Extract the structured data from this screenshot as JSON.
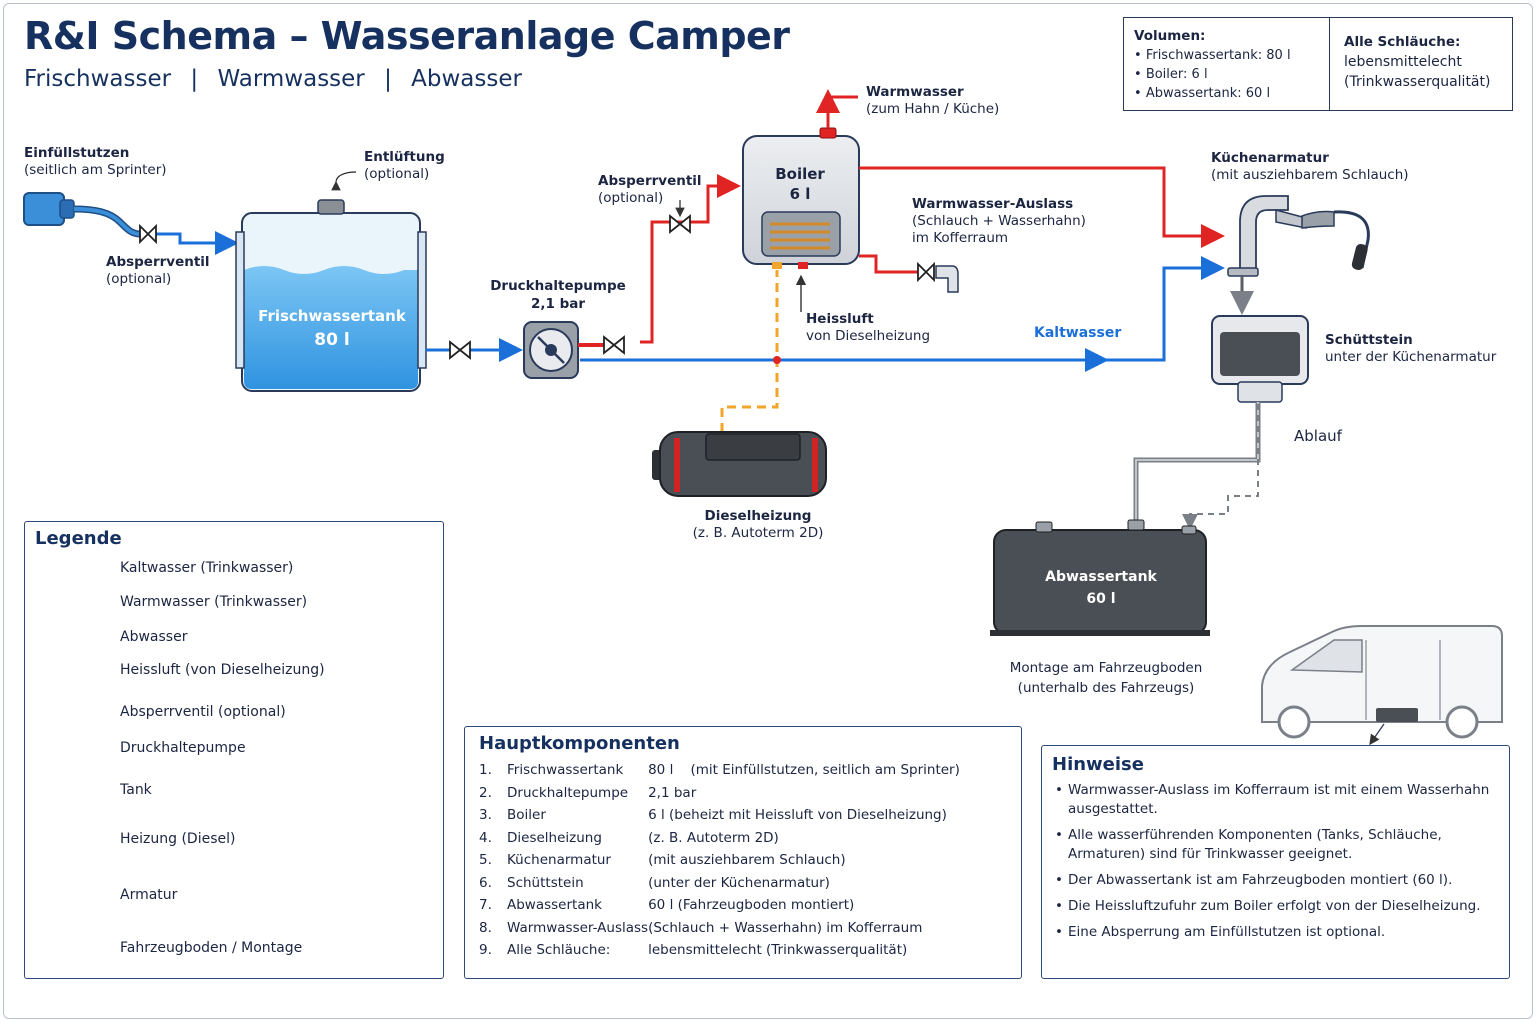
{
  "title": "R&I Schema – Wasseranlage Camper",
  "subtitle": {
    "part1": "Frischwasser",
    "part2": "Warmwasser",
    "part3": "Abwasser",
    "separator": "|"
  },
  "volumes": {
    "heading": "Volumen:",
    "items": [
      "Frischwassertank: 80 l",
      "Boiler: 6 l",
      "Abwassertank: 60 l"
    ],
    "hoses_heading": "Alle Schläuche:",
    "hoses_text1": "lebensmittelecht",
    "hoses_text2": "(Trinkwasserqualität)"
  },
  "labels": {
    "einfuell": {
      "title": "Einfüllstutzen",
      "sub": "(seitlich am Sprinter)"
    },
    "entlueftung": {
      "title": "Entlüftung",
      "sub": "(optional)"
    },
    "absperr1": {
      "title": "Absperrventil",
      "sub": "(optional)"
    },
    "absperr2": {
      "title": "Absperrventil",
      "sub": "(optional)"
    },
    "tank": {
      "title": "Frischwassertank",
      "sub": "80 l"
    },
    "pumpe": {
      "title": "Druckhaltepumpe",
      "sub": "2,1 bar"
    },
    "boiler": {
      "title": "Boiler",
      "sub": "6 l"
    },
    "warmwasser": {
      "title": "Warmwasser",
      "sub": "(zum Hahn / Küche)"
    },
    "ww_auslass": {
      "title": "Warmwasser-Auslass",
      "sub1": "(Schlauch + Wasserhahn)",
      "sub2": "im Kofferraum"
    },
    "heissluft": {
      "title": "Heissluft",
      "sub": "von Dieselheizung"
    },
    "kaltwasser": "Kaltwasser",
    "kuechen": {
      "title": "Küchenarmatur",
      "sub": "(mit ausziehbarem Schlauch)"
    },
    "schuett": {
      "title": "Schüttstein",
      "sub": "unter der Küchenarmatur"
    },
    "ablauf": "Ablauf",
    "diesel": {
      "title": "Dieselheizung",
      "sub": "(z. B. Autoterm 2D)"
    },
    "abwasser": {
      "title": "Abwassertank",
      "sub": "60 l"
    },
    "montage": {
      "title": "Montage am Fahrzeugboden",
      "sub": "(unterhalb des Fahrzeugs)"
    }
  },
  "legend": {
    "title": "Legende",
    "items": [
      "Kaltwasser (Trinkwasser)",
      "Warmwasser (Trinkwasser)",
      "Abwasser",
      "Heissluft (von Dieselheizung)",
      "Absperrventil (optional)",
      "Druckhaltepumpe",
      "Tank",
      "Heizung (Diesel)",
      "Armatur",
      "Fahrzeugboden / Montage"
    ]
  },
  "components": {
    "title": "Hauptkomponenten",
    "rows": [
      {
        "n": "1.",
        "name": "Frischwassertank",
        "desc": "80 l    (mit Einfüllstutzen, seitlich am Sprinter)"
      },
      {
        "n": "2.",
        "name": "Druckhaltepumpe",
        "desc": "2,1 bar"
      },
      {
        "n": "3.",
        "name": "Boiler",
        "desc": "6 l (beheizt mit Heissluft von Dieselheizung)"
      },
      {
        "n": "4.",
        "name": "Dieselheizung",
        "desc": "(z. B. Autoterm 2D)"
      },
      {
        "n": "5.",
        "name": "Küchenarmatur",
        "desc": "(mit ausziehbarem Schlauch)"
      },
      {
        "n": "6.",
        "name": "Schüttstein",
        "desc": "(unter der Küchenarmatur)"
      },
      {
        "n": "7.",
        "name": "Abwassertank",
        "desc": "60 l (Fahrzeugboden montiert)"
      },
      {
        "n": "8.",
        "name": "Warmwasser-Auslass",
        "desc": "(Schlauch + Wasserhahn) im Kofferraum"
      },
      {
        "n": "9.",
        "name": "Alle Schläuche:",
        "desc": "lebensmittelecht (Trinkwasserqualität)"
      }
    ]
  },
  "notes": {
    "title": "Hinweise",
    "items": [
      "Warmwasser-Auslass im Kofferraum ist mit einem Wasserhahn ausgestattet.",
      "Alle wasserführenden Komponenten (Tanks, Schläuche, Armaturen) sind für Trinkwasser geeignet.",
      "Der Abwassertank ist am Fahrzeugboden montiert (60 l).",
      "Die Heissluftzufuhr zum Boiler erfolgt von der Dieselheizung.",
      "Eine Absperrung am Einfüllstutzen ist optional."
    ]
  },
  "colors": {
    "cold": "#1a6fd8",
    "hot": "#e02424",
    "waste": "#7a7f88",
    "air": "#f2a52a",
    "navy": "#16315f"
  }
}
